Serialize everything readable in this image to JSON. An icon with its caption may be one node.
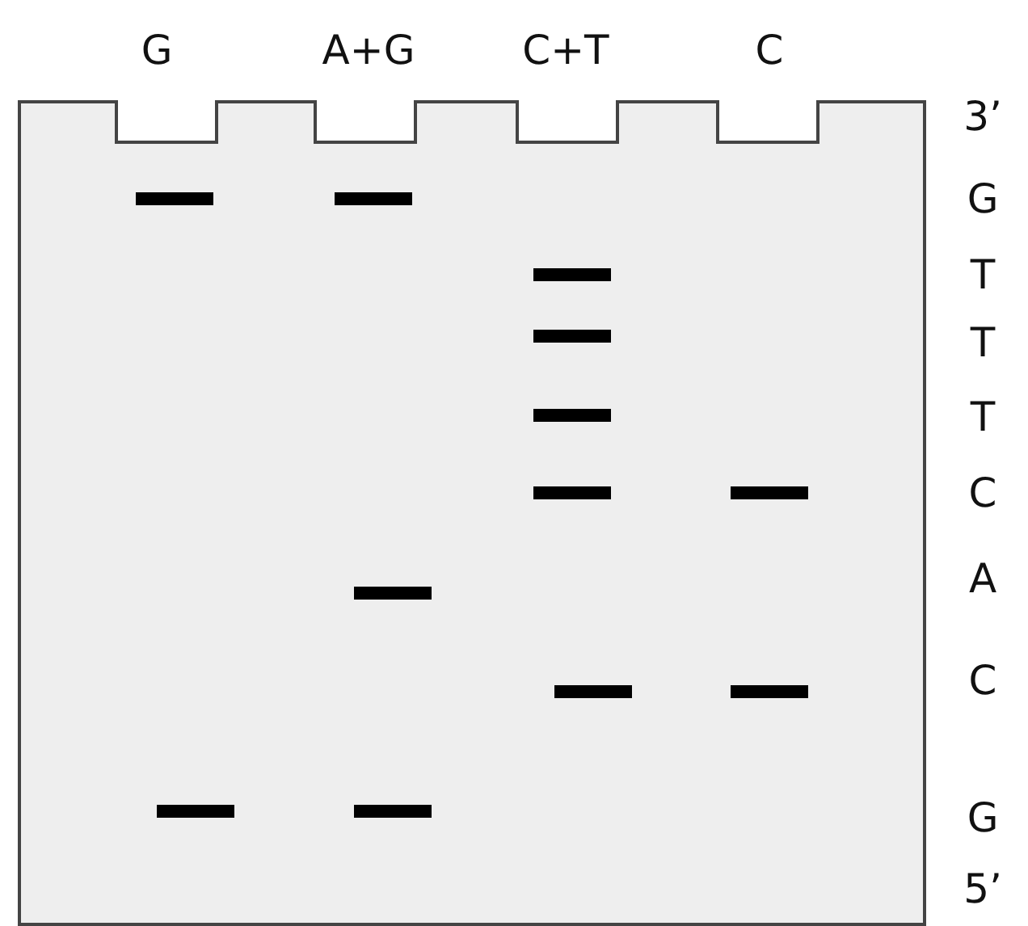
{
  "diagram": {
    "labels": [
      "G",
      "A+G",
      "C+T",
      "C",
      "3’",
      "G",
      "T",
      "T",
      "T",
      "C",
      "A",
      "C",
      "G",
      "5’"
    ]
  }
}
